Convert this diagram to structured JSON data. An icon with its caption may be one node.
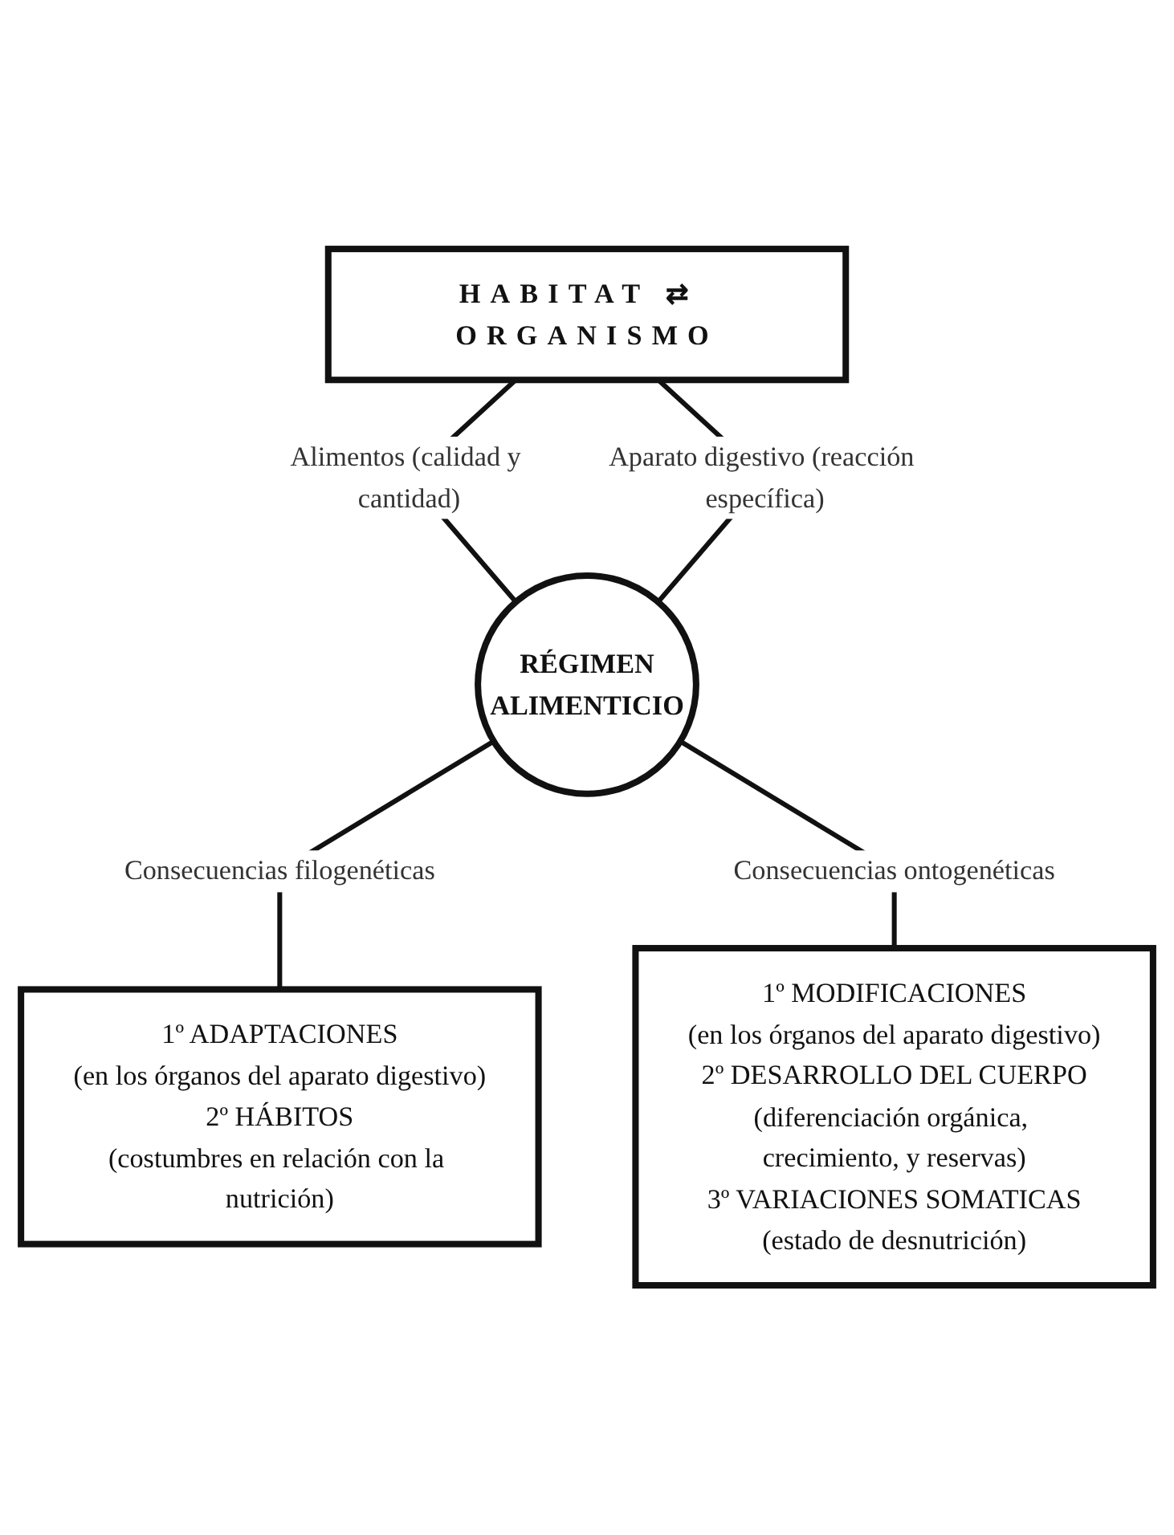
{
  "diagram": {
    "nodes": [
      {
        "text": [
          "HABITAT ⇄ ORGANISMO"
        ]
      },
      {
        "text": [
          "RÉGIMEN",
          "ALIMENTICIO"
        ]
      },
      {
        "text": [
          "1º ADAPTACIONES",
          "(en los órganos del aparato digestivo)",
          "2º HÁBITOS",
          "(costumbres en relación con la nutrición)"
        ]
      },
      {
        "text": [
          "1º MODIFICACIONES",
          "(en los órganos del aparato digestivo)",
          "2º DESARROLLO DEL CUERPO",
          "(diferenciación orgánica, crecimiento, y reservas)",
          "3º VARIACIONES SOMATICAS",
          "(estado de desnutrición)"
        ]
      }
    ],
    "edges": [
      {
        "from": 0,
        "to": 1,
        "arrow": "none",
        "label": "Alimentos (calidad y cantidad)"
      },
      {
        "from": 0,
        "to": 1,
        "arrow": "none",
        "label": "Aparato digestivo (reacción específica)"
      },
      {
        "from": 1,
        "to": 2,
        "arrow": "none",
        "label": "Consecuencias filogenéticas"
      },
      {
        "from": 1,
        "to": 3,
        "arrow": "none",
        "label": "Consecuencias ontogenéticas"
      }
    ]
  }
}
